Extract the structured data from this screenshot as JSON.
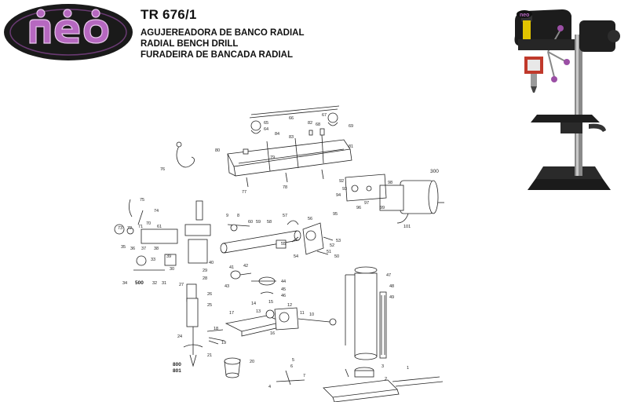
{
  "brand": {
    "logo_text": "neo",
    "color_dark": "#1a1a1a",
    "color_accent": "#9b4fa5"
  },
  "header": {
    "model": "TR 676/1",
    "lines": [
      "AGUJEREADORA DE BANCO RADIAL",
      "RADIAL BENCH DRILL",
      "FURADEIRA DE BANCADA RADIAL"
    ]
  },
  "photo": {
    "icon": "drill-press-photo-icon"
  },
  "parts": [
    {
      "n": "66"
    },
    {
      "n": "65"
    },
    {
      "n": "64"
    },
    {
      "n": "67"
    },
    {
      "n": "68"
    },
    {
      "n": "69"
    },
    {
      "n": "82"
    },
    {
      "n": "83"
    },
    {
      "n": "84"
    },
    {
      "n": "81"
    },
    {
      "n": "80"
    },
    {
      "n": "79"
    },
    {
      "n": "77"
    },
    {
      "n": "78"
    },
    {
      "n": "76"
    },
    {
      "n": "300"
    },
    {
      "n": "92"
    },
    {
      "n": "93"
    },
    {
      "n": "94"
    },
    {
      "n": "95"
    },
    {
      "n": "96"
    },
    {
      "n": "97"
    },
    {
      "n": "98"
    },
    {
      "n": "99"
    },
    {
      "n": "101"
    },
    {
      "n": "75"
    },
    {
      "n": "74"
    },
    {
      "n": "73"
    },
    {
      "n": "72"
    },
    {
      "n": "71"
    },
    {
      "n": "70"
    },
    {
      "n": "61"
    },
    {
      "n": "60"
    },
    {
      "n": "59"
    },
    {
      "n": "58"
    },
    {
      "n": "57"
    },
    {
      "n": "56"
    },
    {
      "n": "55"
    },
    {
      "n": "54"
    },
    {
      "n": "53"
    },
    {
      "n": "52"
    },
    {
      "n": "51"
    },
    {
      "n": "50"
    },
    {
      "n": "49"
    },
    {
      "n": "48"
    },
    {
      "n": "47"
    },
    {
      "n": "46"
    },
    {
      "n": "45"
    },
    {
      "n": "44"
    },
    {
      "n": "43"
    },
    {
      "n": "42"
    },
    {
      "n": "41"
    },
    {
      "n": "40"
    },
    {
      "n": "39"
    },
    {
      "n": "38"
    },
    {
      "n": "37"
    },
    {
      "n": "36"
    },
    {
      "n": "35"
    },
    {
      "n": "34"
    },
    {
      "n": "33"
    },
    {
      "n": "32"
    },
    {
      "n": "31"
    },
    {
      "n": "30"
    },
    {
      "n": "29"
    },
    {
      "n": "28"
    },
    {
      "n": "27"
    },
    {
      "n": "26"
    },
    {
      "n": "25"
    },
    {
      "n": "24"
    },
    {
      "n": "21"
    },
    {
      "n": "20"
    },
    {
      "n": "19"
    },
    {
      "n": "18"
    },
    {
      "n": "17"
    },
    {
      "n": "16"
    },
    {
      "n": "15"
    },
    {
      "n": "14"
    },
    {
      "n": "13"
    },
    {
      "n": "12"
    },
    {
      "n": "11"
    },
    {
      "n": "10"
    },
    {
      "n": "9"
    },
    {
      "n": "8"
    },
    {
      "n": "7"
    },
    {
      "n": "6"
    },
    {
      "n": "5"
    },
    {
      "n": "4"
    },
    {
      "n": "3"
    },
    {
      "n": "2"
    },
    {
      "n": "1"
    },
    {
      "n": "500"
    },
    {
      "n": "800"
    },
    {
      "n": "801"
    }
  ]
}
